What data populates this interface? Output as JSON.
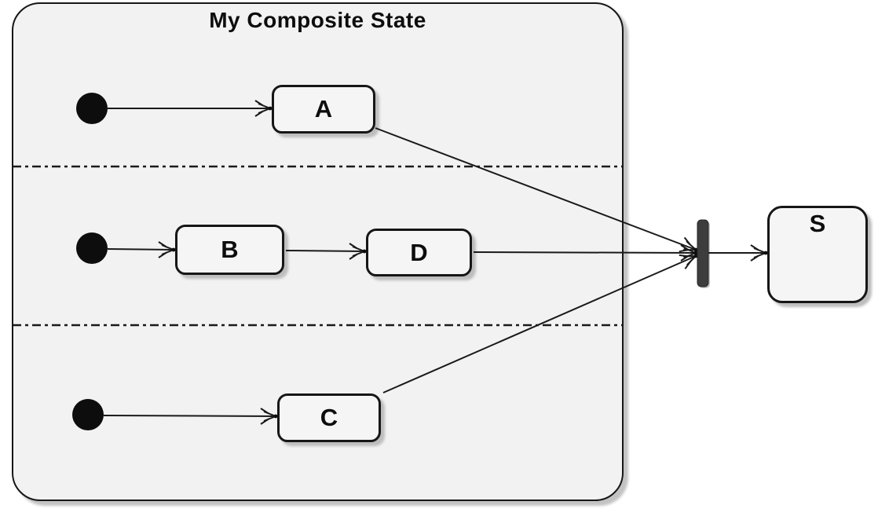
{
  "diagram": {
    "title": "My Composite State",
    "states": {
      "A": "A",
      "B": "B",
      "C": "C",
      "D": "D",
      "S": "S"
    },
    "composite": {
      "regions": [
        {
          "index": 1,
          "states": [
            "A"
          ]
        },
        {
          "index": 2,
          "states": [
            "B",
            "D"
          ]
        },
        {
          "index": 3,
          "states": [
            "C"
          ]
        }
      ]
    },
    "transitions": [
      {
        "from": "initial-1",
        "to": "A"
      },
      {
        "from": "initial-2",
        "to": "B"
      },
      {
        "from": "B",
        "to": "D"
      },
      {
        "from": "initial-3",
        "to": "C"
      },
      {
        "from": "A",
        "to": "join"
      },
      {
        "from": "D",
        "to": "join"
      },
      {
        "from": "C",
        "to": "join"
      },
      {
        "from": "join",
        "to": "S"
      }
    ],
    "colors": {
      "background": "#ffffff",
      "composite_fill": "#f2f2f2",
      "state_fill": "#f5f5f5",
      "border": "#161616",
      "shadow": "#bdbdbd",
      "join_bar": "#3d3d3d"
    }
  }
}
